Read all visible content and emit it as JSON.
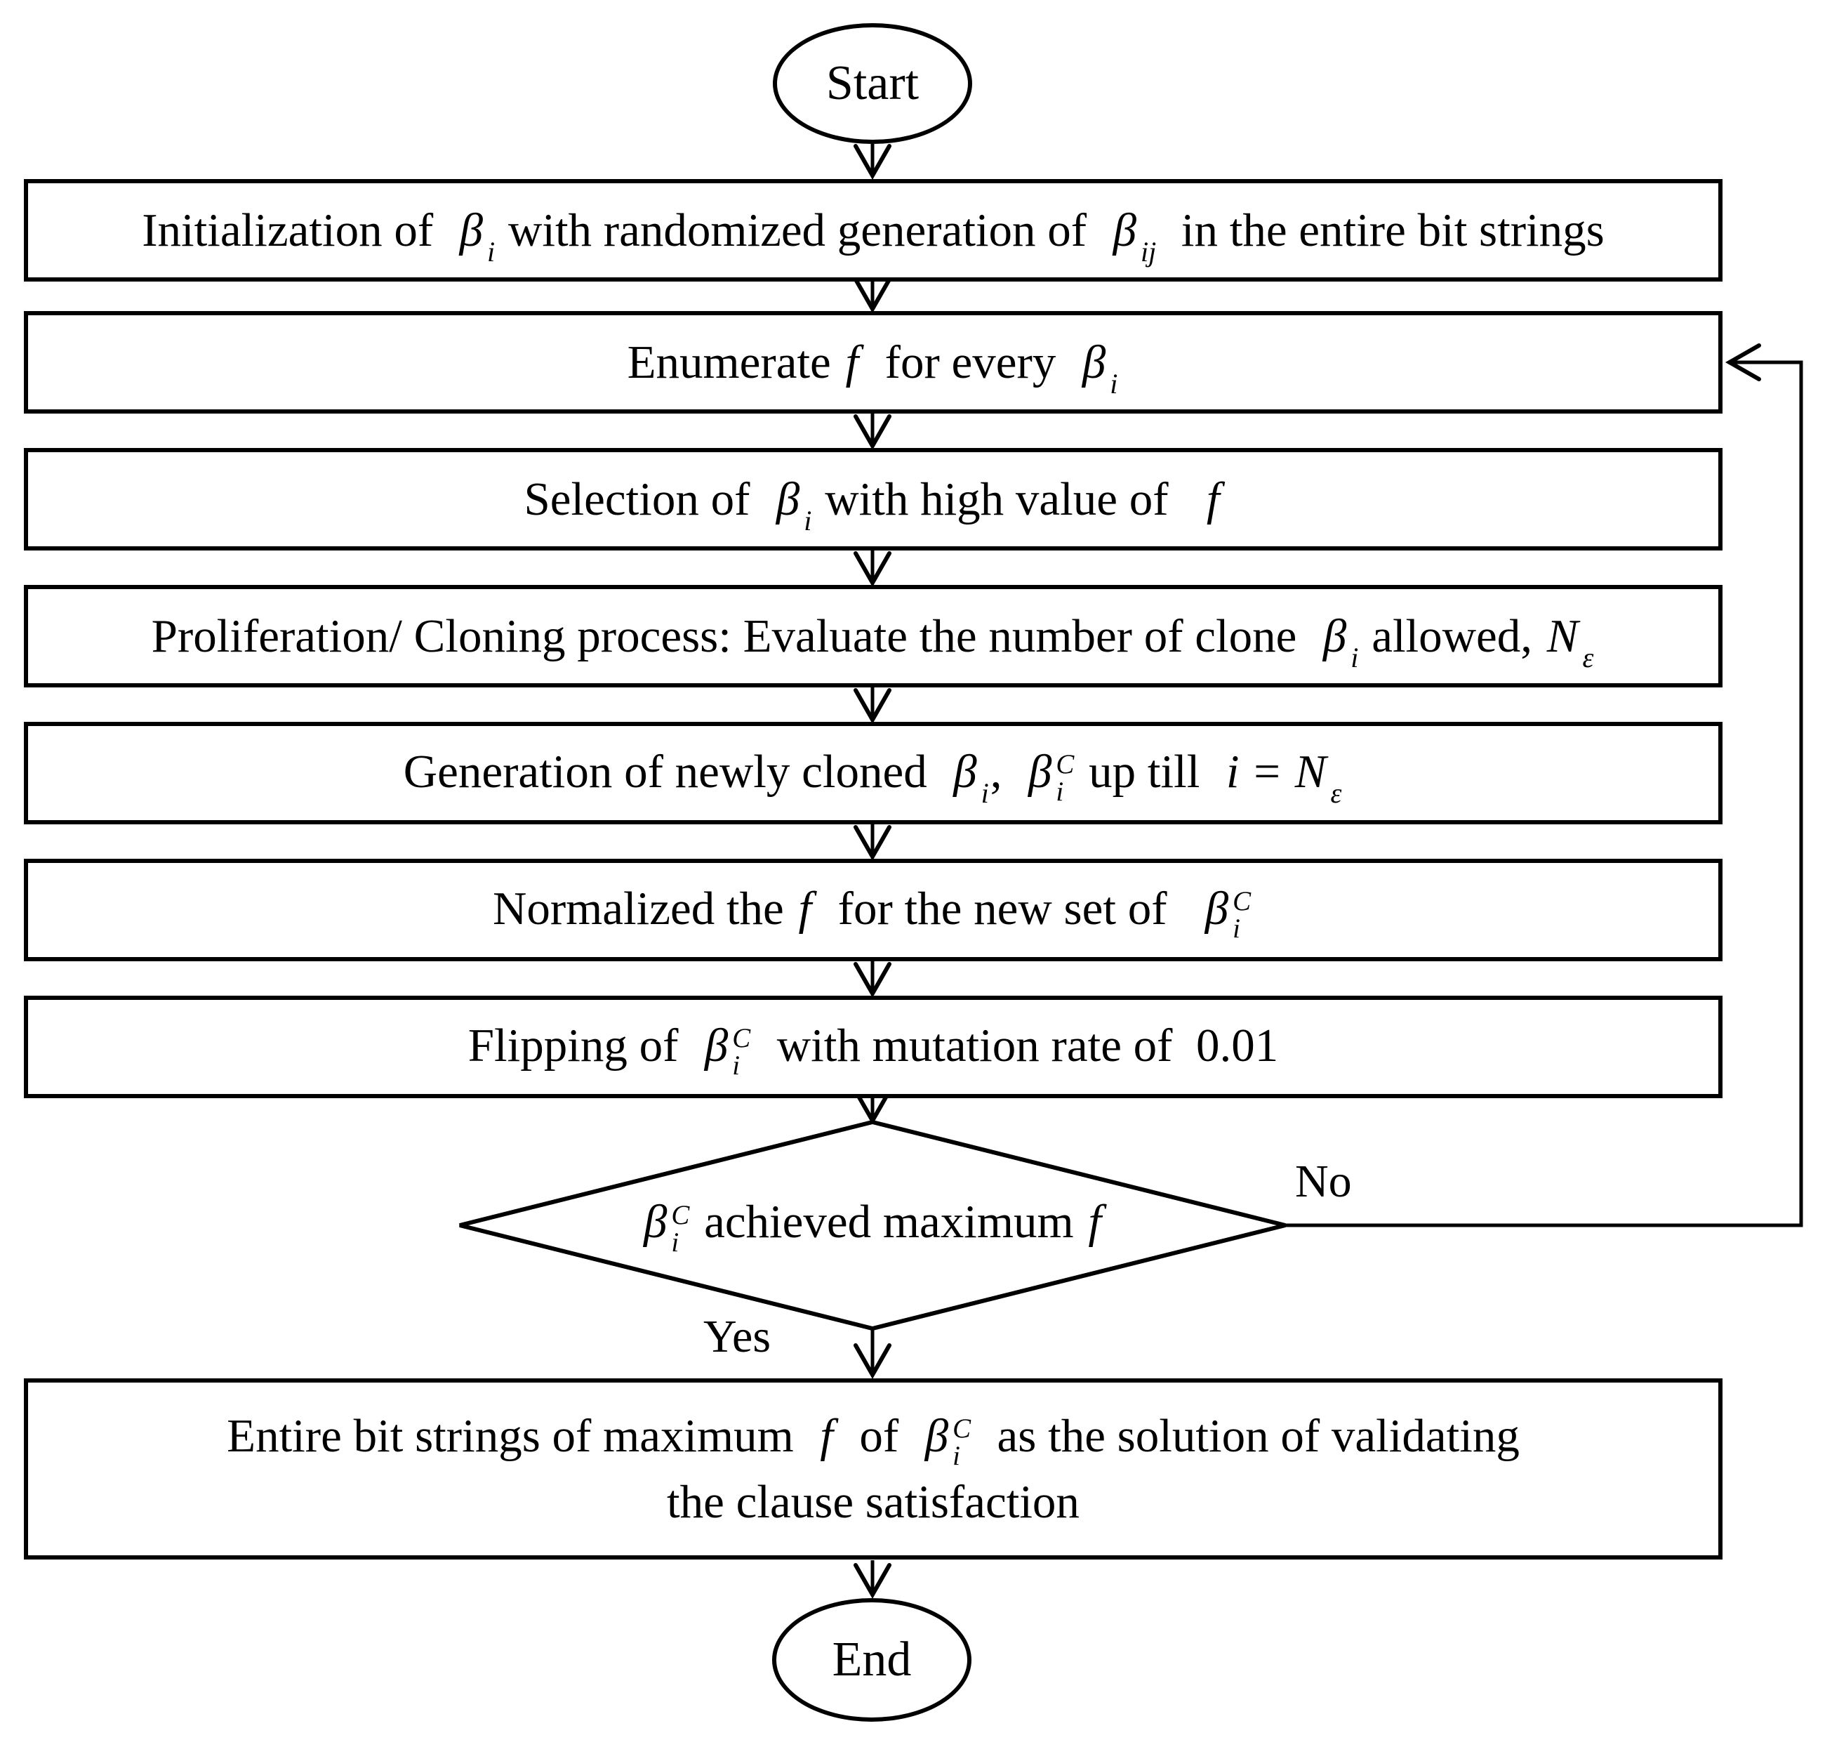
{
  "flowchart": {
    "colors": {
      "line": "#000000",
      "background": "#ffffff",
      "text": "#000000"
    },
    "start": {
      "label": "Start"
    },
    "end": {
      "label": "End"
    },
    "steps": [
      {
        "key": "initialization",
        "segments": [
          {
            "t": "Initialization of  "
          },
          {
            "v": "β",
            "sub": "i"
          },
          {
            "t": " with randomized generation of  "
          },
          {
            "v": "β",
            "sub": "ij"
          },
          {
            "t": "  in the entire bit strings"
          }
        ]
      },
      {
        "key": "enumerate",
        "segments": [
          {
            "t": "Enumerate "
          },
          {
            "v": "f"
          },
          {
            "t": "  for every  "
          },
          {
            "v": "β",
            "sub": "i"
          }
        ]
      },
      {
        "key": "selection",
        "segments": [
          {
            "t": "Selection of  "
          },
          {
            "v": "β",
            "sub": "i"
          },
          {
            "t": " with high value of   "
          },
          {
            "v": "f"
          }
        ]
      },
      {
        "key": "proliferation",
        "segments": [
          {
            "t": "Proliferation/ Cloning process: Evaluate the number of clone  "
          },
          {
            "v": "β",
            "sub": "i"
          },
          {
            "t": " allowed, "
          },
          {
            "v": "N",
            "sub": "ε"
          }
        ]
      },
      {
        "key": "generation",
        "segments": [
          {
            "t": "Generation of newly cloned  "
          },
          {
            "v": "β",
            "sub": "i"
          },
          {
            "t": ",  "
          },
          {
            "v": "β",
            "sub": "i",
            "sup": "C"
          },
          {
            "t": " up till  "
          },
          {
            "v": "i"
          },
          {
            "t": " = "
          },
          {
            "v": "N",
            "sub": "ε"
          }
        ]
      },
      {
        "key": "normalize",
        "segments": [
          {
            "t": "Normalized the "
          },
          {
            "v": "f"
          },
          {
            "t": "  for the new set of   "
          },
          {
            "v": "β",
            "sub": "i",
            "sup": "C"
          }
        ]
      },
      {
        "key": "flipping",
        "segments": [
          {
            "t": "Flipping of  "
          },
          {
            "v": "β",
            "sub": "i",
            "sup": "C"
          },
          {
            "t": "  with mutation rate of  "
          },
          {
            "t": "0.01"
          }
        ]
      }
    ],
    "decision": {
      "segments": [
        {
          "v": "β",
          "sub": "i",
          "sup": "C"
        },
        {
          "t": " achieved maximum "
        },
        {
          "v": "f"
        }
      ],
      "yes_label": "Yes",
      "no_label": "No"
    },
    "final_step": {
      "segments": [
        {
          "t": "Entire bit strings of maximum  "
        },
        {
          "v": "f"
        },
        {
          "t": "  of  "
        },
        {
          "v": "β",
          "sub": "i",
          "sup": "C"
        },
        {
          "t": "  as the solution of validating"
        },
        {
          "br": true
        },
        {
          "t": "the clause satisfaction"
        }
      ]
    }
  }
}
